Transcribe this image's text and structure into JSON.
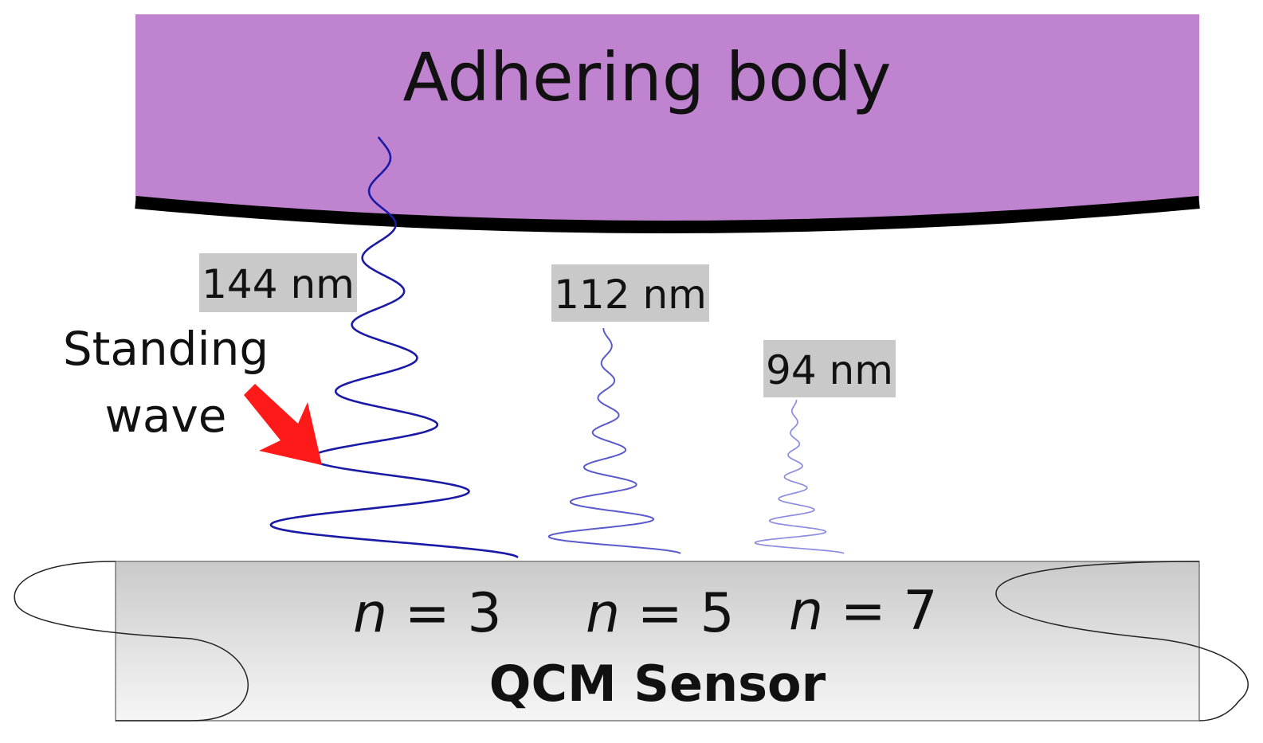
{
  "adhering_body": {
    "label": "Adhering body",
    "color": "#bf83cf"
  },
  "sensor": {
    "label": "QCM Sensor"
  },
  "annotation": {
    "line1": "Standing",
    "line2": "wave",
    "arrow_color": "#ff1a1a"
  },
  "waves": [
    {
      "depth_label": "144 nm",
      "mode_symbol": "n",
      "mode_rest": " = 3",
      "overtone": 3,
      "color": "#1a1aa6"
    },
    {
      "depth_label": "112 nm",
      "mode_symbol": "n",
      "mode_rest": " = 5",
      "overtone": 5,
      "color": "#5a5acc"
    },
    {
      "depth_label": "94 nm",
      "mode_symbol": "n",
      "mode_rest": " = 7",
      "overtone": 7,
      "color": "#8c8ce0"
    }
  ]
}
